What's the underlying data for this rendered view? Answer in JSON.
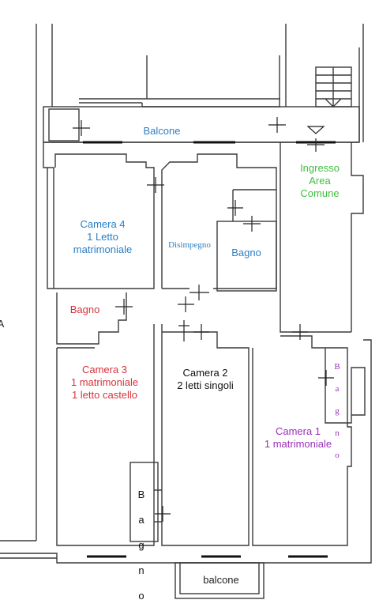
{
  "colors": {
    "wall": "#3a3a3a",
    "window": "#111111",
    "blue": "#2a7fc7",
    "green": "#3fbf3f",
    "red": "#d8323c",
    "purple": "#9b2fb8",
    "black": "#111111"
  },
  "labels": {
    "balcone_top": "Balcone",
    "ingresso": "Ingresso\nArea\nComune",
    "camera4": "Camera 4\n1 Letto\nmatrimoniale",
    "disimpegno": "Disimpegno",
    "bagno_center": "Bagno",
    "bagno_left": "Bagno",
    "camera3": "Camera 3\n1 matrimoniale\n1 letto castello",
    "camera2": "Camera 2\n2 letti singoli",
    "bagno_right_letters": [
      "B",
      "a",
      "g",
      "n",
      "o"
    ],
    "camera1": "Camera 1\n1 matrimoniale",
    "bagno_small_letters": [
      "B",
      "a",
      "g",
      "n",
      "o"
    ],
    "balcone_bottom": "balcone",
    "edge_letter": "A"
  }
}
